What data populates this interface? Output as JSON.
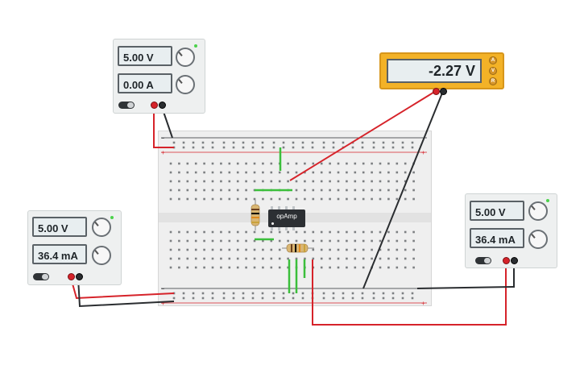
{
  "supply_top": {
    "voltage": "5.00 V",
    "current": "0.00 A"
  },
  "supply_left": {
    "voltage": "5.00 V",
    "current": "36.4 mA"
  },
  "supply_right": {
    "voltage": "5.00 V",
    "current": "36.4 mA"
  },
  "multimeter": {
    "reading": "-2.27 V",
    "buttons": [
      "A",
      "V",
      "R"
    ]
  },
  "chip": {
    "label": "opAmp"
  },
  "colors": {
    "wire_red": "#d6232a",
    "wire_black": "#2a2d30",
    "wire_green": "#3bbf3b",
    "meter_body": "#f3b227"
  }
}
